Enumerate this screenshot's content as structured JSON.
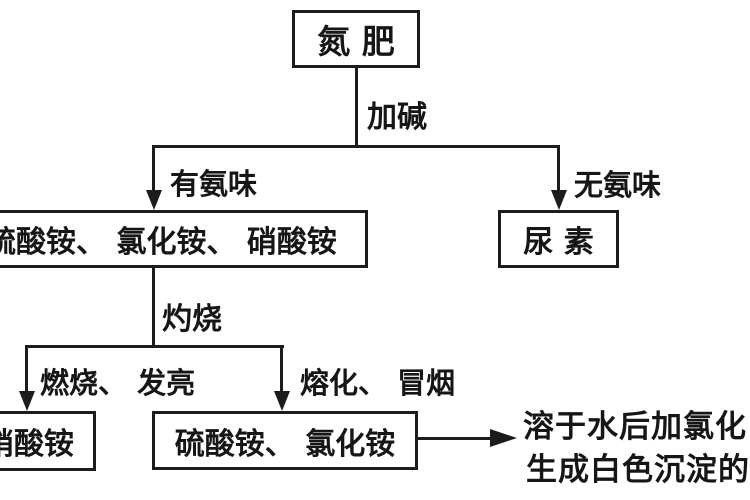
{
  "colors": {
    "line": "#1c1c1c",
    "ink": "#161616",
    "background": "#ffffff"
  },
  "nodes": {
    "nitrogen_fertilizer": "氮 肥",
    "ammonium_salts": "硫酸铵、 氯化铵、 硝酸铵",
    "urea": "尿 素",
    "ammonium_nitrate": "硝酸铵",
    "ammonium_sulfate_chloride": "硫酸铵、 氯化铵"
  },
  "edge_labels": {
    "add_alkali": "加碱",
    "has_ammonia_smell": "有氨味",
    "no_ammonia_smell": "无氨味",
    "ignite": "灼烧",
    "burns_bright": "燃烧、 发亮",
    "melts_smokes": "熔化、 冒烟"
  },
  "note": {
    "line1": "溶于水后加氯化",
    "line2": "生成白色沉淀的"
  }
}
